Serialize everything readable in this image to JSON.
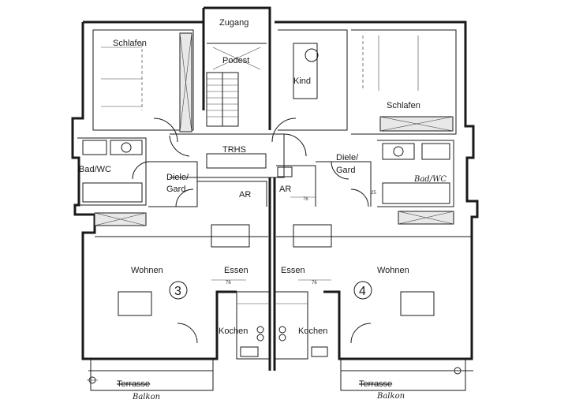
{
  "rooms": {
    "zugang": "Zugang",
    "podest": "Podest",
    "schlafen_left": "Schlafen",
    "schlafen_right": "Schlafen",
    "kind": "Kind",
    "trhs": "TRHS",
    "bad_wc": "Bad/WC",
    "diele_left_1": "Diele/",
    "diele_left_2": "Gard",
    "diele_right_1": "Diele/",
    "diele_right_2": "Gard",
    "ar_left": "AR",
    "ar_right": "AR",
    "wohnen_left": "Wohnen",
    "wohnen_right": "Wohnen",
    "essen_left": "Essen",
    "essen_right": "Essen",
    "kochen_left": "Kochen",
    "kochen_right": "Kochen",
    "terrasse_left": "Terrasse",
    "terrasse_right": "Terrasse"
  },
  "units": {
    "left": "3",
    "right": "4"
  },
  "handwritten": {
    "balkon_left": "Balkon",
    "balkon_right": "Balkon",
    "bad_right": "Bad/WC"
  },
  "dimensions": {
    "essen_left": "76",
    "essen_right": "76",
    "ar_right": "76",
    "diele_right": "25"
  }
}
